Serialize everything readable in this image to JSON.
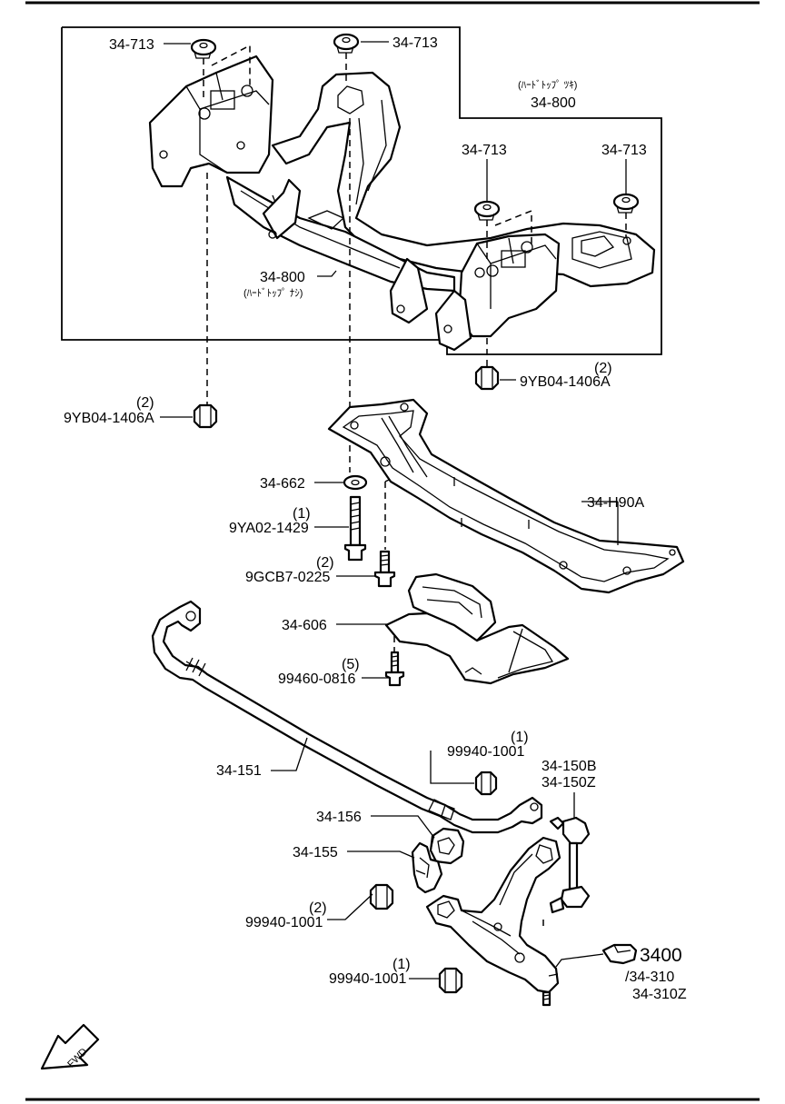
{
  "labels": {
    "mount_top_left": "34-713",
    "mount_top_center": "34-713",
    "mount_right_a": "34-713",
    "mount_right_b": "34-713",
    "hardtop_note_top": "(ﾊｰﾄﾞﾄｯﾌﾟ ﾂｷ)",
    "frame_top": "34-800",
    "frame_left": "34-800",
    "hardtop_note_left": "(ﾊｰﾄﾞﾄｯﾌﾟ ﾅｼ)",
    "nut_right_qty": "(2)",
    "nut_right": "9YB04-1406A",
    "nut_left_qty": "(2)",
    "nut_left": "9YB04-1406A",
    "washer": "34-662",
    "bolt_long_qty": "(1)",
    "bolt_long": "9YA02-1429",
    "crossmember": "34-H90A",
    "bolt_short_qty": "(2)",
    "bolt_short": "9GCB7-0225",
    "bracket": "34-606",
    "screw_qty": "(5)",
    "screw": "99460-0816",
    "stabilizer": "34-151",
    "nut_upper_qty": "(1)",
    "nut_upper": "99940-1001",
    "link_a": "34-150B",
    "link_b": "34-150Z",
    "bushing": "34-156",
    "clamp": "34-155",
    "nut_mid_qty": "(2)",
    "nut_mid": "99940-1001",
    "nut_lower_qty": "(1)",
    "nut_lower": "99940-1001",
    "arm_ref": "3400",
    "arm_a": "/34-310",
    "arm_b": "34-310Z",
    "fwd": "FWD"
  },
  "icons": {
    "fwd_arrow": "fwd-arrow-icon",
    "reference_hand": "pointing-hand-icon"
  }
}
